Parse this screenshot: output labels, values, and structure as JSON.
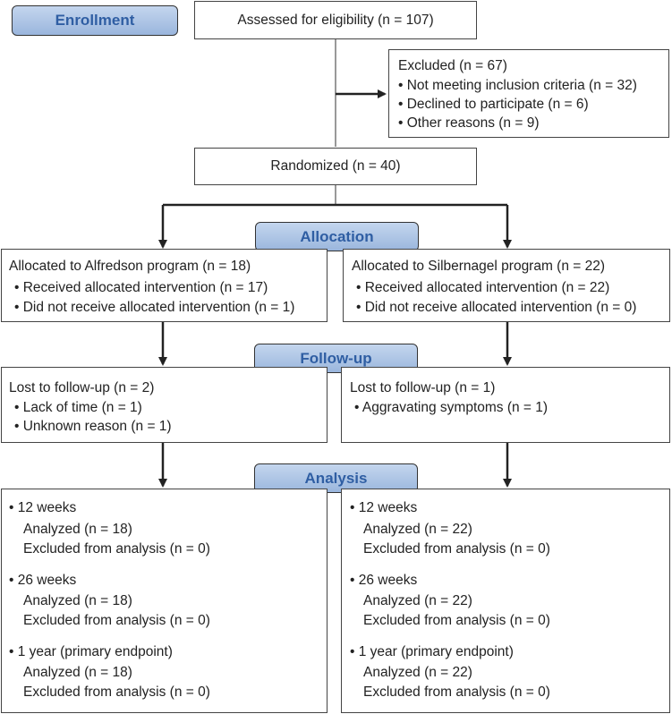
{
  "stages": {
    "enrollment": "Enrollment",
    "allocation": "Allocation",
    "follow_up": "Follow-up",
    "analysis": "Analysis"
  },
  "assessed": "Assessed for eligibility (n = 107)",
  "excluded": {
    "title": "Excluded (n = 67)",
    "items": [
      "• Not meeting inclusion criteria (n = 32)",
      "• Declined to participate (n = 6)",
      "• Other reasons (n = 9)"
    ]
  },
  "randomized": "Randomized (n = 40)",
  "allocation": {
    "left": {
      "title": "Allocated to Alfredson program (n = 18)",
      "items": [
        "• Received allocated intervention (n = 17)",
        "• Did not receive allocated intervention (n = 1)"
      ]
    },
    "right": {
      "title": "Allocated to Silbernagel program (n = 22)",
      "items": [
        "• Received allocated intervention (n = 22)",
        "• Did not receive allocated intervention (n = 0)"
      ]
    }
  },
  "follow_up": {
    "left": {
      "title": "Lost to follow-up (n = 2)",
      "items": [
        "• Lack of time (n = 1)",
        "• Unknown reason (n = 1)"
      ]
    },
    "right": {
      "title": "Lost to follow-up (n = 1)",
      "items": [
        "• Aggravating symptoms (n = 1)"
      ]
    }
  },
  "analysis": {
    "left": [
      {
        "period": "• 12 weeks",
        "analyzed": "Analyzed (n = 18)",
        "excluded": "Excluded from analysis (n = 0)"
      },
      {
        "period": "• 26 weeks",
        "analyzed": "Analyzed (n = 18)",
        "excluded": "Excluded from analysis (n = 0)"
      },
      {
        "period": "• 1 year (primary endpoint)",
        "analyzed": "Analyzed (n = 18)",
        "excluded": "Excluded from analysis (n = 0)"
      }
    ],
    "right": [
      {
        "period": "• 12 weeks",
        "analyzed": "Analyzed (n = 22)",
        "excluded": "Excluded from analysis (n = 0)"
      },
      {
        "period": "• 26 weeks",
        "analyzed": "Analyzed (n = 22)",
        "excluded": "Excluded from analysis (n = 0)"
      },
      {
        "period": "• 1 year (primary endpoint)",
        "analyzed": "Analyzed (n = 22)",
        "excluded": "Excluded from analysis (n = 0)"
      }
    ]
  },
  "colors": {
    "stage_text": "#2f5ea3",
    "stage_fill": "#a9c2e4",
    "line": "#333333"
  }
}
